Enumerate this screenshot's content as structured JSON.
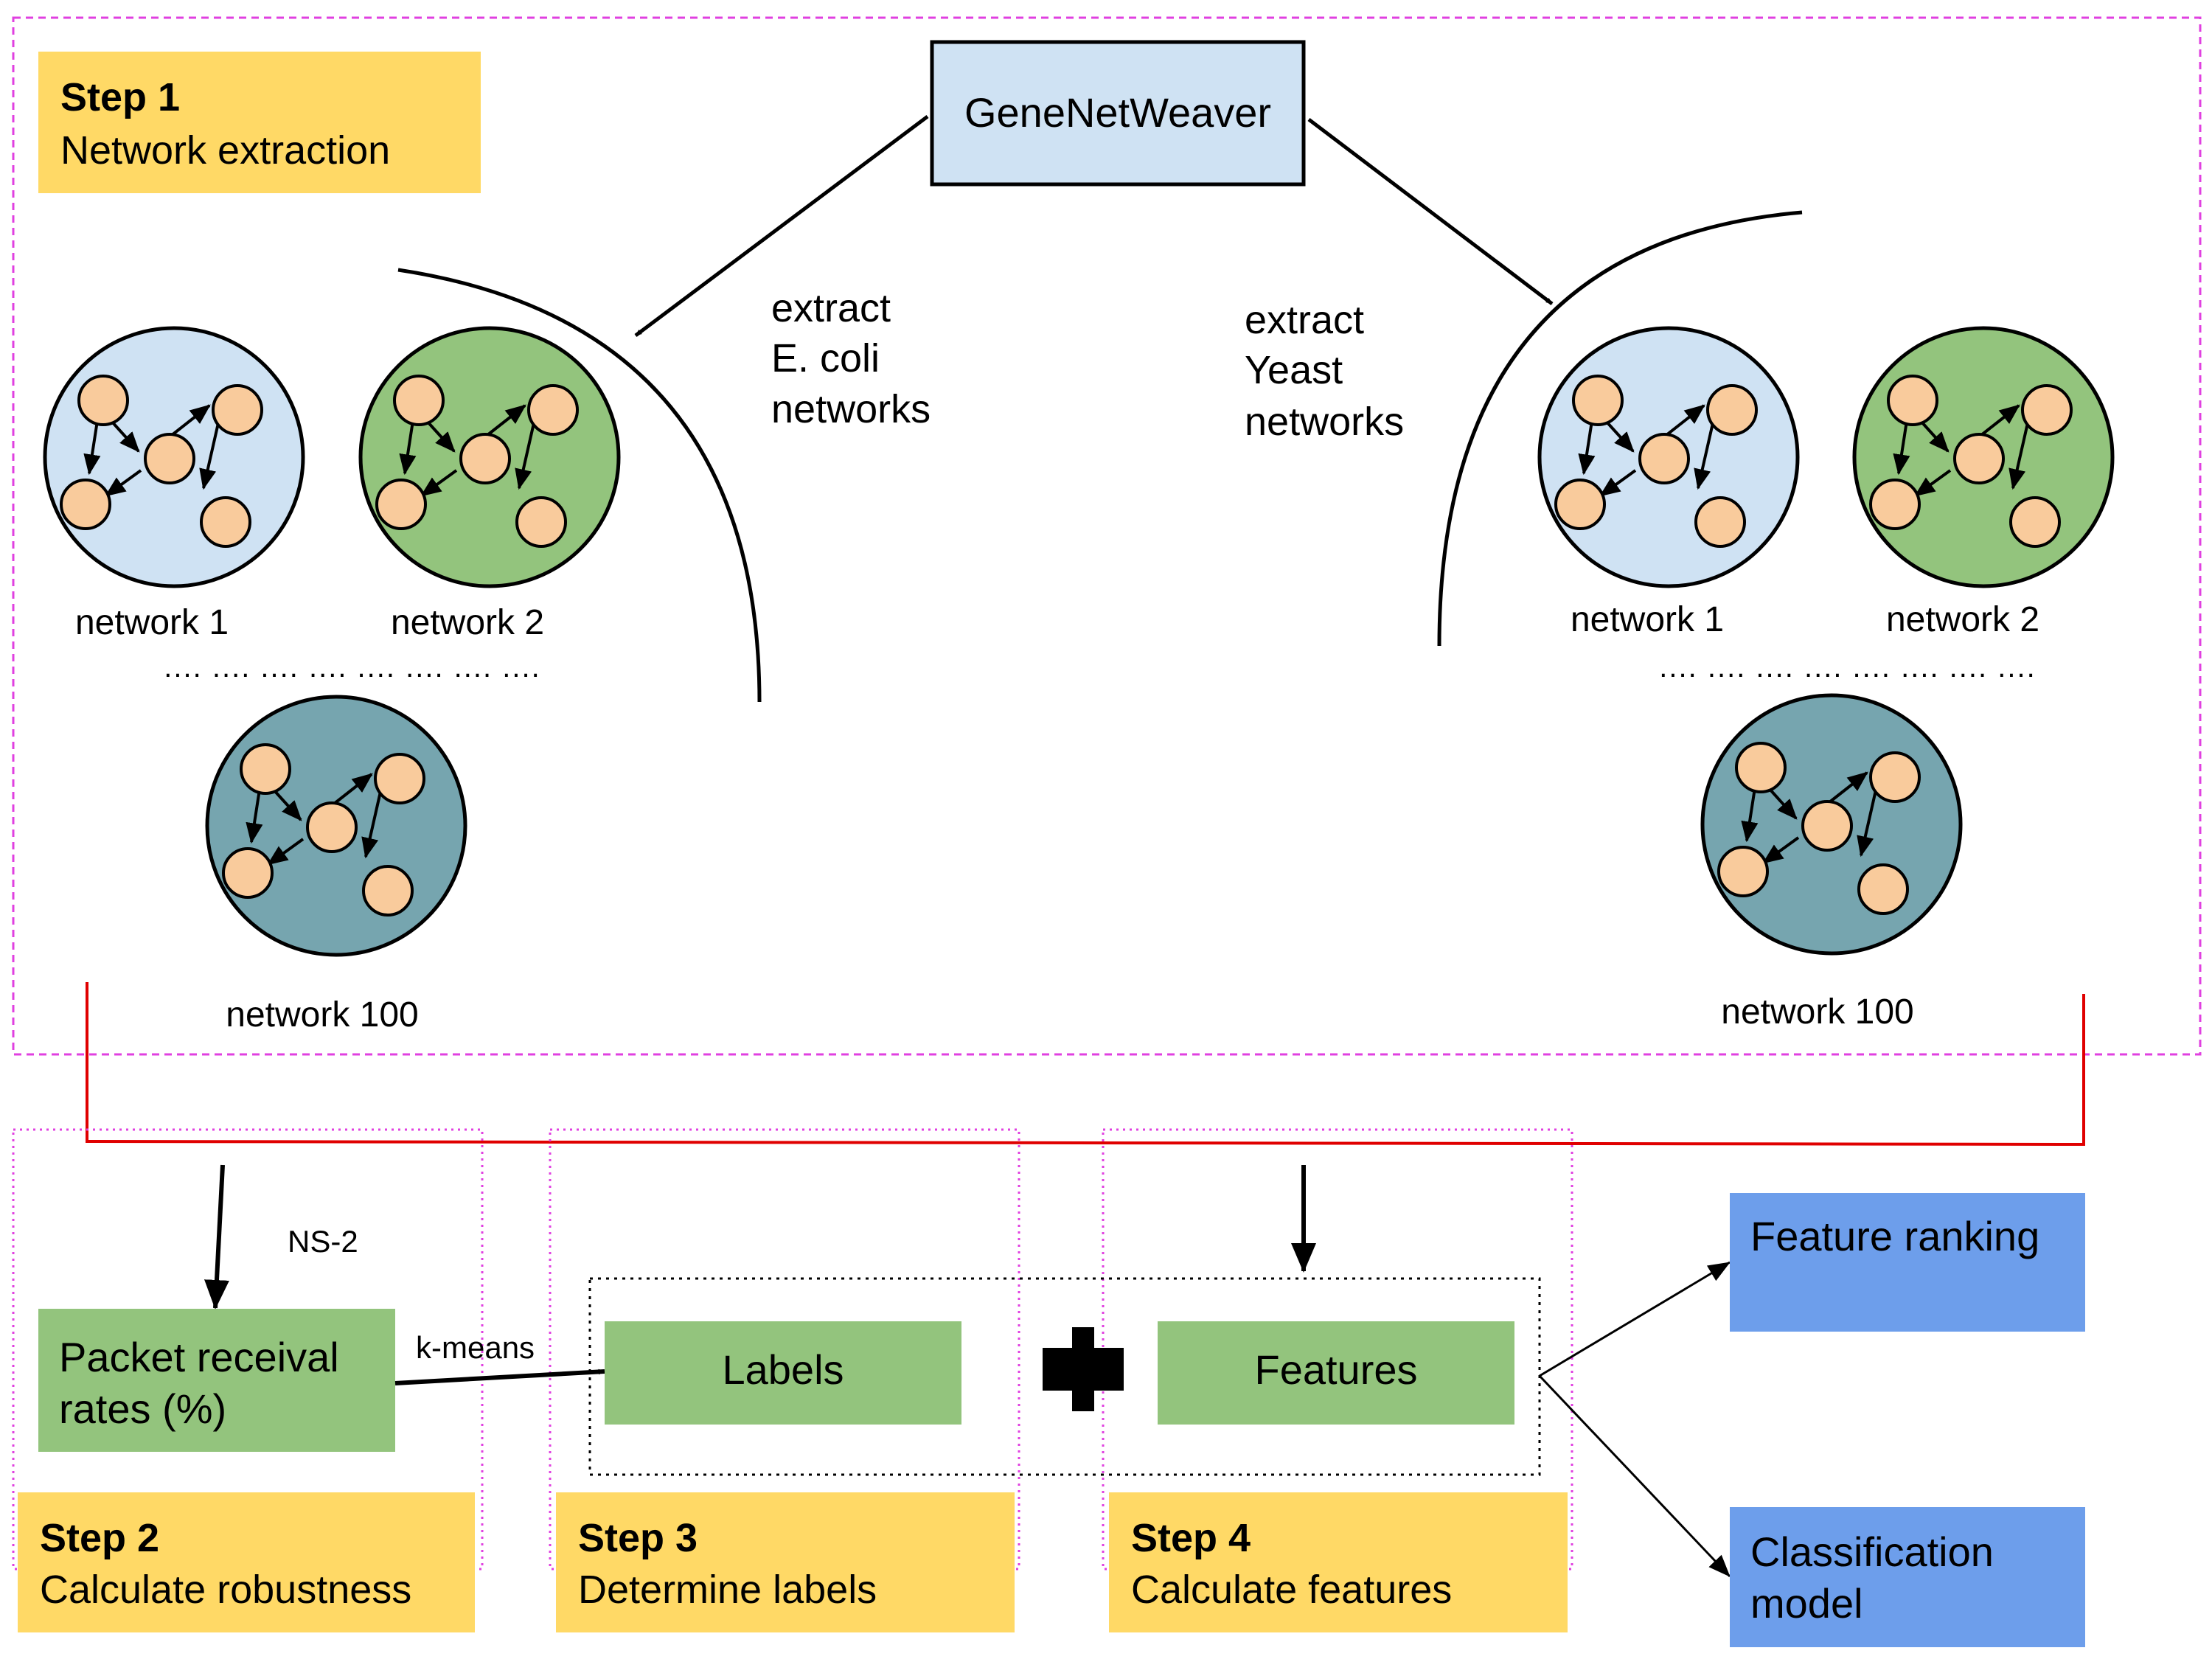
{
  "source": {
    "label": "GeneNetWeaver"
  },
  "step1": {
    "title": "Step 1",
    "subtitle": "Network extraction"
  },
  "extract_left": {
    "lines": [
      "extract",
      "E. coli",
      "networks"
    ]
  },
  "extract_right": {
    "lines": [
      "extract",
      "Yeast",
      "networks"
    ]
  },
  "left_group": {
    "network_1": "network 1",
    "network_2": "network 2",
    "network_100": "network 100",
    "ellipsis": ".... .... .... .... .... .... .... ...."
  },
  "right_group": {
    "network_1": "network 1",
    "network_2": "network 2",
    "network_100": "network 100",
    "ellipsis": ".... .... .... .... .... .... .... ...."
  },
  "step2": {
    "title": "Step 2",
    "subtitle": "Calculate robustness"
  },
  "step3": {
    "title": "Step 3",
    "subtitle": "Determine labels"
  },
  "step4": {
    "title": "Step 4",
    "subtitle": "Calculate features"
  },
  "ns2_label": "NS-2",
  "kmeans_label": "k-means",
  "packet_box": {
    "lines": [
      "Packet receival",
      "rates (%)"
    ]
  },
  "labels_box": "Labels",
  "features_box": "Features",
  "feature_ranking": "Feature ranking",
  "classification_model": {
    "lines": [
      "Classification",
      "model"
    ]
  },
  "colors": {
    "step_yellow": "#ffd966",
    "source_blue": "#cfe2f3",
    "process_green": "#93c47d",
    "output_blue": "#6d9eeb",
    "network_light_blue": "#cfe2f3",
    "network_green": "#93c47d",
    "network_teal": "#76a5af",
    "node_orange": "#f9cb9c",
    "step1_border": "#e040e0",
    "flow_red": "#e00000"
  }
}
